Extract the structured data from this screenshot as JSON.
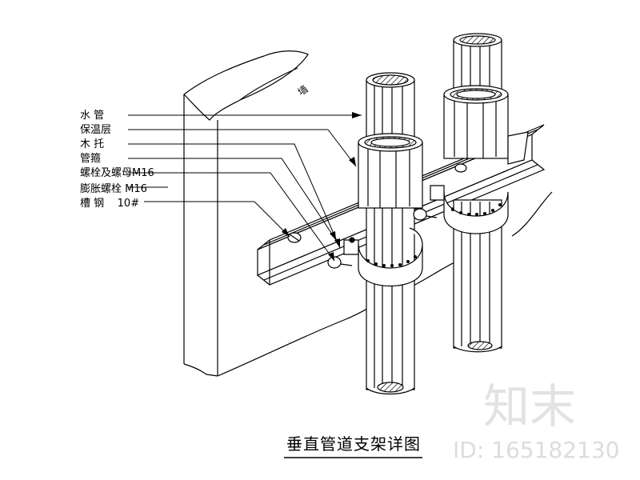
{
  "labels": [
    {
      "key": "water-pipe",
      "text": "水 管"
    },
    {
      "key": "insulation",
      "text": "保温层"
    },
    {
      "key": "wood-support",
      "text": "木 托"
    },
    {
      "key": "pipe-clamp",
      "text": "管箍"
    },
    {
      "key": "bolt-nut",
      "text": "螺栓及螺母M16"
    },
    {
      "key": "expansion-bolt",
      "text": "膨胀螺栓 M16"
    },
    {
      "key": "channel-steel",
      "text": "槽 钢    10#"
    }
  ],
  "wall_label": "墙",
  "title": "垂直管道支架详图",
  "watermark": {
    "brand": "知末",
    "id": "ID: 165182130"
  }
}
